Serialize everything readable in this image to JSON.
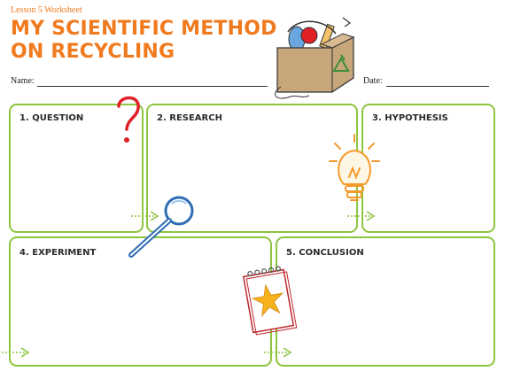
{
  "header": {
    "lesson": "Lesson 5 Worksheet",
    "title_line1": "MY SCIENTIFIC METHOD",
    "title_line2": "ON RECYCLING"
  },
  "fields": {
    "name_label": "Name:",
    "date_label": "Date:"
  },
  "boxes": [
    {
      "label": "1. QUESTION"
    },
    {
      "label": "2. RESEARCH"
    },
    {
      "label": "3. HYPOTHESIS"
    },
    {
      "label": "4. EXPERIMENT"
    },
    {
      "label": "5. CONCLUSION"
    }
  ],
  "colors": {
    "accent_orange": "#f07a1e",
    "box_green": "#8cc63f",
    "question_red": "#e02027",
    "magnifier_blue": "#2f6db5"
  },
  "icons": [
    "recycling-box-illustration",
    "question-mark-icon",
    "magnifying-glass-icon",
    "lightbulb-icon",
    "notepad-star-icon",
    "arrow-icon"
  ]
}
